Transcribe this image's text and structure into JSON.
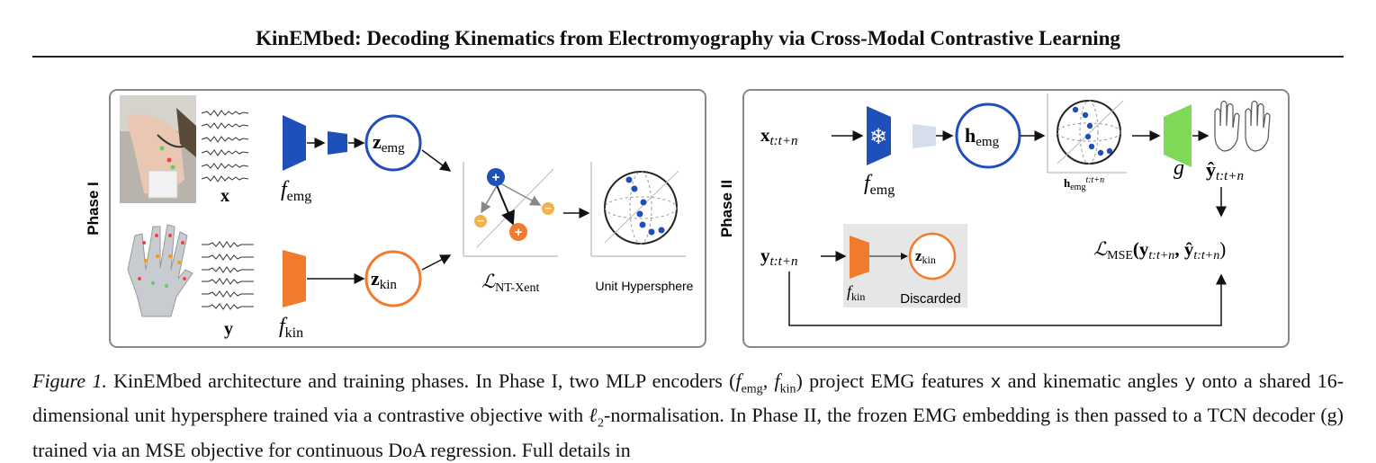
{
  "paper": {
    "title": "KinEMbed: Decoding Kinematics from Electromyography via Cross-Modal Contrastive Learning"
  },
  "figure": {
    "phase1": {
      "label": "Phase I",
      "x_label": "x",
      "y_label": "y",
      "f_emg": "f",
      "f_emg_sub": "emg",
      "f_kin": "f",
      "f_kin_sub": "kin",
      "z_emg": "z",
      "z_emg_sub": "emg",
      "z_kin": "z",
      "z_kin_sub": "kin",
      "loss": "ℒ",
      "loss_sub": "NT-Xent",
      "sphere_label": "Unit Hypersphere"
    },
    "phase2": {
      "label": "Phase II",
      "input_x": "x",
      "input_x_sub": "t:t+n",
      "input_y": "y",
      "input_y_sub": "t:t+n",
      "f_emg": "f",
      "f_emg_sub": "emg",
      "h_emg": "h",
      "h_emg_sub": "emg",
      "h_emg_seq": "h",
      "h_emg_seq_sub": "emg",
      "h_emg_seq_sup": "t:t+n",
      "decoder": "g",
      "output": "ŷ",
      "output_sub": "t:t+n",
      "f_kin": "f",
      "f_kin_sub": "kin",
      "z_kin": "z",
      "z_kin_sub": "kin",
      "discarded": "Discarded",
      "loss": "ℒ",
      "loss_sub": "MSE",
      "loss_args_y": "(y",
      "loss_args_y_sub": "t:t+n",
      "loss_args_yhat": ", ŷ",
      "loss_args_yhat_sub": "t:t+n",
      "loss_close": ")"
    },
    "colors": {
      "emg_blue": "#1f4fb8",
      "kin_orange": "#f07b2c",
      "decoder_green": "#7ed957",
      "pos_orange": "#f07b2c",
      "neg_yellow": "#f5b14a",
      "panel_border": "#888888"
    }
  },
  "caption": {
    "label": "Figure 1.",
    "line1a": "KinEMbed architecture and training phases. In Phase I, two MLP encoders (",
    "f_emg": "f",
    "f_emg_sub": "emg",
    "comma": ", ",
    "f_kin": "f",
    "f_kin_sub": "kin",
    "line1b": ") project EMG features ",
    "x": "x",
    "line1c": " and kinematic",
    "line2a": "angles ",
    "y": "y",
    "line2b": " onto a shared 16-dimensional unit hypersphere trained via a contrastive objective with ",
    "ell": "ℓ",
    "ell_sub": "2",
    "line2c": "-normalisation. In Phase II, the frozen",
    "line3": "EMG embedding is then passed to a TCN decoder (g) trained via an MSE objective for continuous DoA regression. Full details in"
  }
}
